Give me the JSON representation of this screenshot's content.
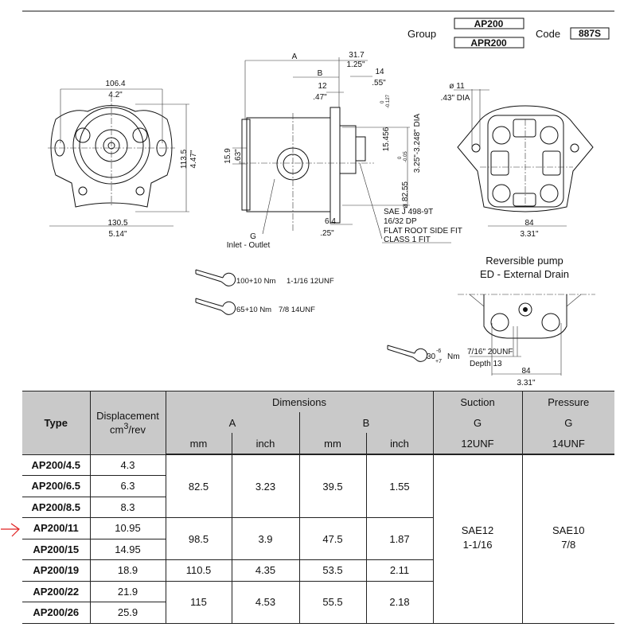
{
  "header": {
    "group_label": "Group",
    "group_values": [
      "AP200",
      "APR200"
    ],
    "code_label": "Code",
    "code_value": "887S"
  },
  "front_view": {
    "width_top_mm": "106.4",
    "width_top_in": "4.2\"",
    "height_mm": "113.5",
    "height_in": "4.47\"",
    "width_bottom_mm": "130.5",
    "width_bottom_in": "5.14\""
  },
  "side_view": {
    "dim_a": "A",
    "dim_b": "B",
    "d31_mm": "31.7",
    "d31_in": "1.25\"",
    "d14_mm": "14",
    "d14_in": ".55\"",
    "d12_mm": "12",
    "d12_in": ".47\"",
    "shaft": "15.456",
    "shaft_tol_upper": "0",
    "shaft_tol_lower": "-0.127",
    "pilot": "ø 82.55",
    "pilot_tol_upper": "0",
    "pilot_tol_lower": "-0.05",
    "pilot_in": "3.25\"-3.248\" DIA",
    "d159_mm": "15.9",
    "d159_in": ".63\"",
    "d64_mm": "6.4",
    "d64_in": ".25\"",
    "port_label": "G",
    "port_desc": "Inlet - Outlet",
    "spline": [
      "SAE J 498-9T",
      "16/32 DP",
      "FLAT ROOT SIDE FIT",
      "CLASS 1 FIT"
    ]
  },
  "rear_view": {
    "hole_mm": "ø 11",
    "hole_in": ".43\" DIA",
    "width_mm": "84",
    "width_in": "3.31\""
  },
  "torques": [
    {
      "value": "100+10 Nm",
      "thread": "1-1/16 12UNF"
    },
    {
      "value": "65+10 Nm",
      "thread": "7/8 14UNF"
    }
  ],
  "reversible": {
    "title": "Reversible pump",
    "subtitle": "ED - External Drain",
    "torque_base": "30",
    "torque_upper": "-6",
    "torque_lower": "+7",
    "torque_unit": "Nm",
    "thread": "7/16\" 20UNF",
    "depth": "Depth 13",
    "width_mm": "84",
    "width_in": "3.31\""
  },
  "table": {
    "headers": {
      "type": "Type",
      "displacement": "Displacement",
      "disp_unit": "cm",
      "disp_sup": "3",
      "disp_unit2": "/rev",
      "dimensions": "Dimensions",
      "a": "A",
      "b": "B",
      "mm": "mm",
      "inch": "inch",
      "suction": "Suction",
      "suction_g": "G",
      "suction_thread": "12UNF",
      "pressure": "Pressure",
      "pressure_g": "G",
      "pressure_thread": "14UNF"
    },
    "rows": [
      {
        "type": "AP200/4.5",
        "disp": "4.3"
      },
      {
        "type": "AP200/6.5",
        "disp": "6.3"
      },
      {
        "type": "AP200/8.5",
        "disp": "8.3"
      },
      {
        "type": "AP200/11",
        "disp": "10.95"
      },
      {
        "type": "AP200/15",
        "disp": "14.95"
      },
      {
        "type": "AP200/19",
        "disp": "18.9"
      },
      {
        "type": "AP200/22",
        "disp": "21.9"
      },
      {
        "type": "AP200/26",
        "disp": "25.9"
      }
    ],
    "groups": [
      {
        "a_mm": "82.5",
        "a_in": "3.23",
        "b_mm": "39.5",
        "b_in": "1.55"
      },
      {
        "a_mm": "98.5",
        "a_in": "3.9",
        "b_mm": "47.5",
        "b_in": "1.87"
      },
      {
        "a_mm": "110.5",
        "a_in": "4.35",
        "b_mm": "53.5",
        "b_in": "2.11"
      },
      {
        "a_mm": "115",
        "a_in": "4.53",
        "b_mm": "55.5",
        "b_in": "2.18"
      }
    ],
    "suction": [
      "SAE12",
      "1-1/16"
    ],
    "pressure": [
      "SAE10",
      "7/8"
    ]
  },
  "marker_color": "#e02020"
}
